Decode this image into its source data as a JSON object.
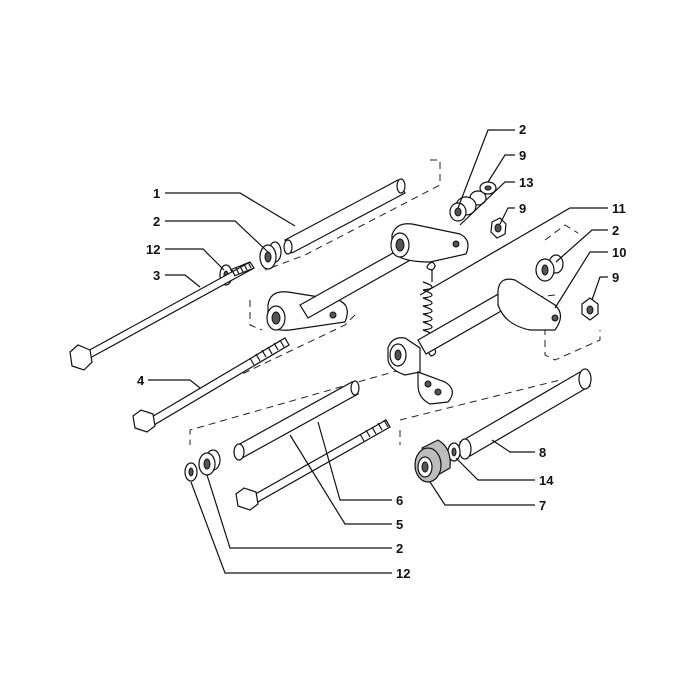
{
  "callouts": [
    {
      "id": "c1",
      "label": "1"
    },
    {
      "id": "c2a",
      "label": "2"
    },
    {
      "id": "c12a",
      "label": "12"
    },
    {
      "id": "c3",
      "label": "3"
    },
    {
      "id": "c4",
      "label": "4"
    },
    {
      "id": "c2top",
      "label": "2"
    },
    {
      "id": "c9a",
      "label": "9"
    },
    {
      "id": "c13",
      "label": "13"
    },
    {
      "id": "c9b",
      "label": "9"
    },
    {
      "id": "c11",
      "label": "11"
    },
    {
      "id": "c2b",
      "label": "2"
    },
    {
      "id": "c10",
      "label": "10"
    },
    {
      "id": "c9c",
      "label": "9"
    },
    {
      "id": "c8",
      "label": "8"
    },
    {
      "id": "c14",
      "label": "14"
    },
    {
      "id": "c7",
      "label": "7"
    },
    {
      "id": "c6",
      "label": "6"
    },
    {
      "id": "c5",
      "label": "5"
    },
    {
      "id": "c2c",
      "label": "2"
    },
    {
      "id": "c12b",
      "label": "12"
    }
  ]
}
